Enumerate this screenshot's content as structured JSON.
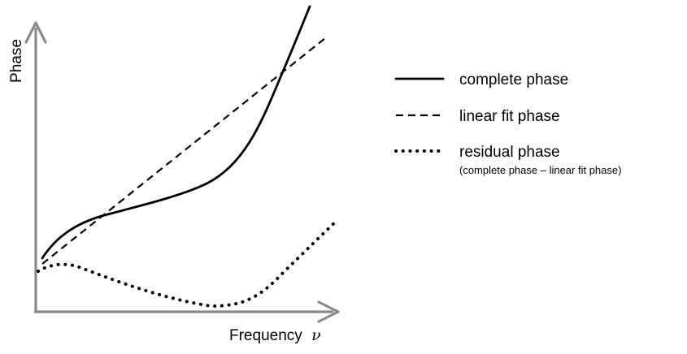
{
  "axes": {
    "x_label": "Frequency",
    "x_symbol": "ν",
    "y_label": "Phase",
    "axis_color": "#8a8a8a"
  },
  "legend": [
    {
      "style": "solid",
      "label": "complete phase",
      "note": ""
    },
    {
      "style": "dashed",
      "label": "linear fit phase",
      "note": ""
    },
    {
      "style": "dotted",
      "label": "residual phase",
      "note": "(complete phase – linear fit phase)"
    }
  ]
}
